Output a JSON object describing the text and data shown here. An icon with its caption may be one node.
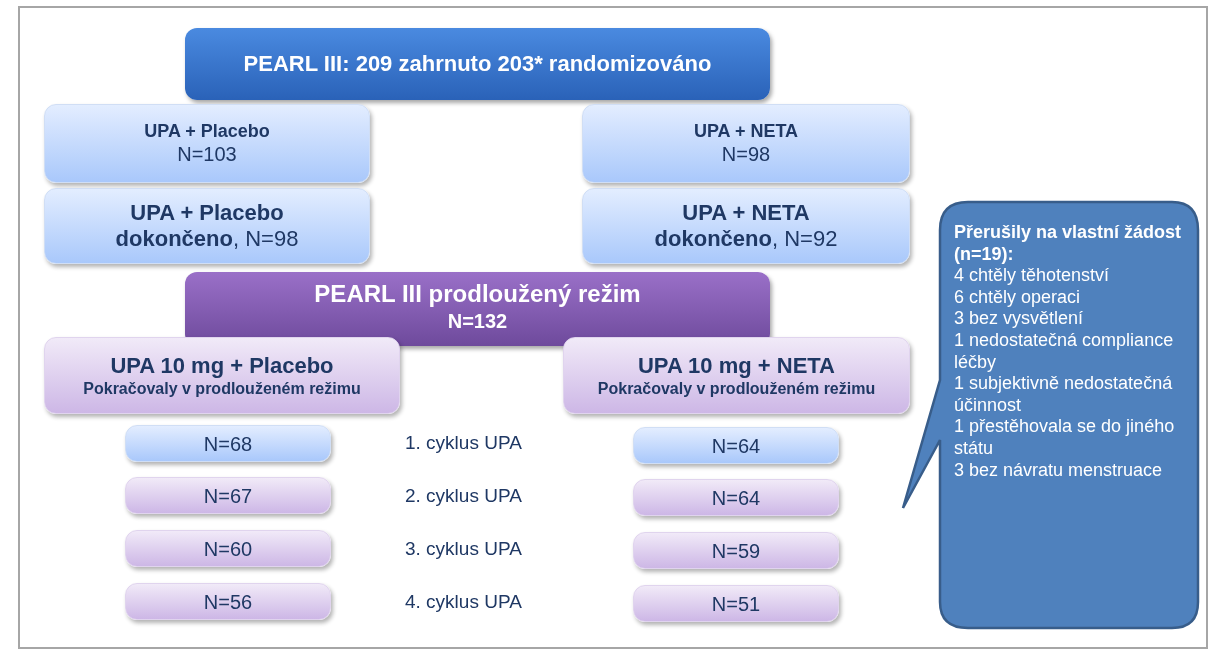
{
  "diagram": {
    "nodes": [
      {
        "text": [
          "PEARL III: 209 zahrnuto 203* randomizováno"
        ]
      },
      {
        "text": [
          "UPA + Placebo",
          "N=103"
        ]
      },
      {
        "text": [
          "UPA + NETA",
          "N=98"
        ]
      },
      {
        "text": [
          "UPA + Placebo",
          "**dokončeno**, N=98"
        ]
      },
      {
        "text": [
          "UPA + NETA",
          "**dokončeno**, N=92"
        ]
      },
      {
        "text": [
          "PEARL III prodloužený režim",
          "N=132"
        ]
      },
      {
        "text": [
          "UPA 10 mg + Placebo",
          "Pokračovaly v prodlouženém režimu"
        ]
      },
      {
        "text": [
          "UPA 10 mg + NETA",
          "Pokračovaly v prodlouženém režimu"
        ]
      },
      {
        "text": [
          "N=68"
        ]
      },
      {
        "text": [
          "N=64"
        ]
      },
      {
        "text": [
          "N=67"
        ]
      },
      {
        "text": [
          "N=64"
        ]
      },
      {
        "text": [
          "N=60"
        ]
      },
      {
        "text": [
          "N=59"
        ]
      },
      {
        "text": [
          "N=56"
        ]
      },
      {
        "text": [
          "N=51"
        ]
      },
      {
        "text": [
          "Přerušily na vlastní žádost (n=19):",
          "4 chtěly těhotenství",
          "6 chtěly operaci",
          "3 bez vysvětlení",
          "1 nedostatečná compliance léčby",
          "1 subjektivně nedostatečná účinnost",
          "1 přestěhovala se do jiného státu",
          "3 bez návratu menstruace"
        ]
      }
    ],
    "edges": [],
    "labels": [
      "1. cyklus UPA",
      "2. cyklus UPA",
      "3. cyklus UPA",
      "4. cyklus UPA"
    ]
  }
}
